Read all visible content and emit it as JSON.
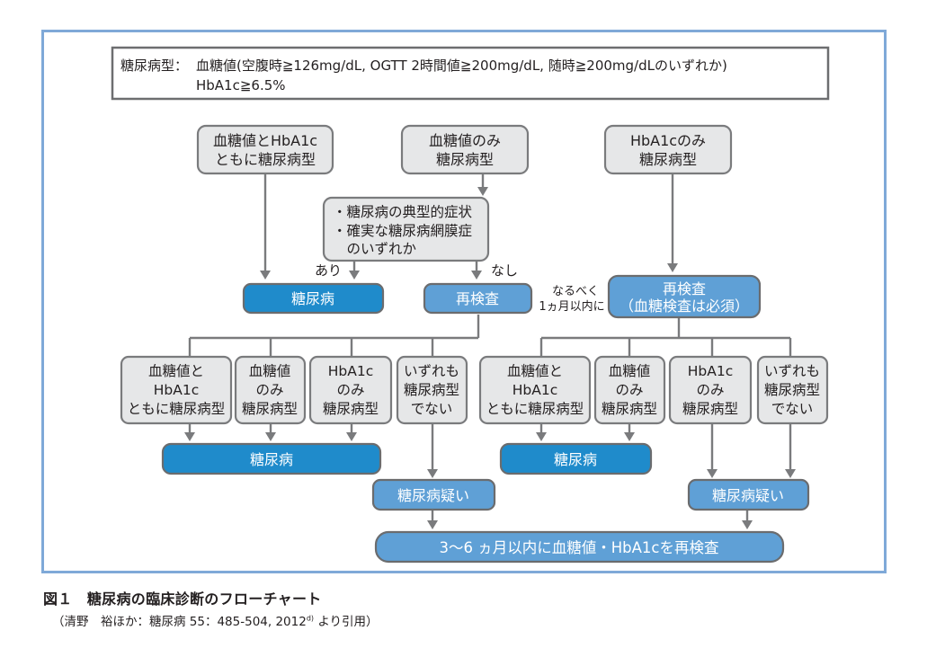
{
  "criteria": {
    "label": "糖尿病型：",
    "line1": "血糖値(空腹時≧126mg/dL, OGTT 2時間値≧200mg/dL, 随時≧200mg/dLのいずれか)",
    "line2": "HbA1c≧6.5%"
  },
  "top_nodes": [
    {
      "lines": [
        "血糖値とHbA1c",
        "ともに糖尿病型"
      ]
    },
    {
      "lines": [
        "血糖値のみ",
        "糖尿病型"
      ]
    },
    {
      "lines": [
        "HbA1cのみ",
        "糖尿病型"
      ]
    }
  ],
  "symptom_node": {
    "lines": [
      "・糖尿病の典型的症状",
      "・確実な糖尿病網膜症",
      "　のいずれか"
    ]
  },
  "branch_labels": {
    "yes": "あり",
    "no": "なし"
  },
  "diabetes_label": "糖尿病",
  "retest_label": "再検査",
  "retest_required": {
    "lines": [
      "再検査",
      "（血糖検査は必須）"
    ]
  },
  "timing_note": {
    "lines": [
      "なるべく",
      "1ヵ月以内に"
    ]
  },
  "second_level_nodes": [
    {
      "lines": [
        "血糖値と",
        "HbA1c",
        "ともに糖尿病型"
      ]
    },
    {
      "lines": [
        "血糖値",
        "のみ",
        "糖尿病型"
      ]
    },
    {
      "lines": [
        "HbA1c",
        "のみ",
        "糖尿病型"
      ]
    },
    {
      "lines": [
        "いずれも",
        "糖尿病型",
        "でない"
      ]
    }
  ],
  "suspected_label": "糖尿病疑い",
  "final_retest_label": "3〜6 ヵ月以内に血糖値・HbA1cを再検査",
  "caption": "図１　糖尿病の臨床診断のフローチャート",
  "citation": {
    "text": "（清野　裕ほか：糖尿病 55：485-504, 2012",
    "ref": "d)",
    "suffix": " より引用）"
  },
  "colors": {
    "diagnosis": "#1f8bcb",
    "retest": "#5fa0d6",
    "node": "#e6e7e8",
    "frame": "#7fa9d8"
  }
}
